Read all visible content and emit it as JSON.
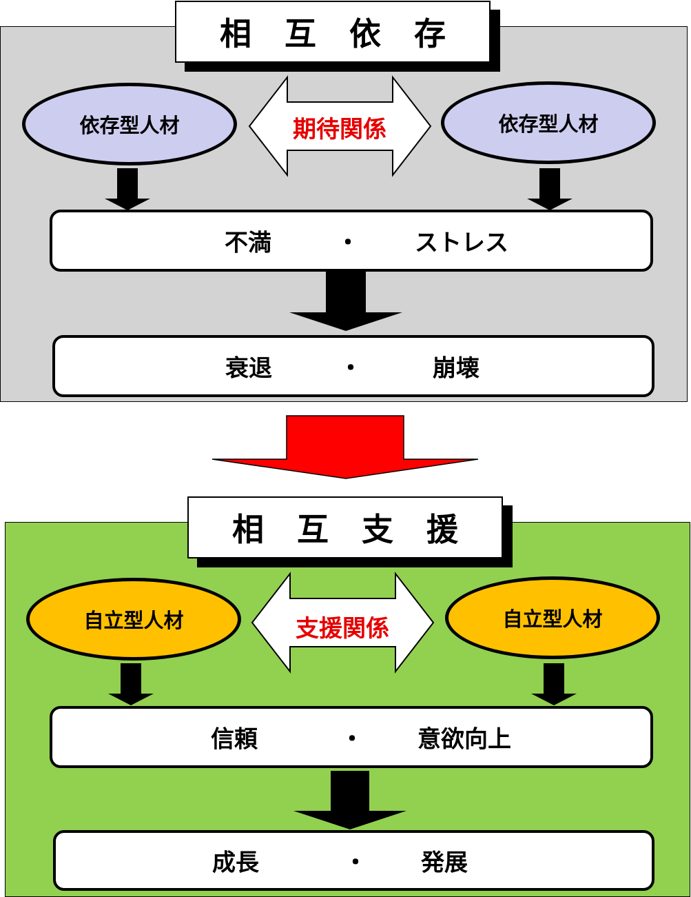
{
  "top": {
    "title": [
      "相",
      "互",
      "依",
      "存"
    ],
    "left_node": "依存型人材",
    "right_node": "依存型人材",
    "relation": "期待関係",
    "box1": {
      "left": "不満",
      "sep": "・",
      "right": "ストレス"
    },
    "box2": {
      "left": "衰退",
      "sep": "・",
      "right": "崩壊"
    }
  },
  "bottom": {
    "title": [
      "相",
      "互",
      "支",
      "援"
    ],
    "left_node": "自立型人材",
    "right_node": "自立型人材",
    "relation": "支援関係",
    "box1": {
      "left": "信頼",
      "sep": "・",
      "right": "意欲向上"
    },
    "box2": {
      "left": "成長",
      "sep": "・",
      "right": "発展"
    }
  },
  "colors": {
    "top_panel": "#d3d3d3",
    "top_node": "#cdcdf0",
    "bottom_panel": "#92d050",
    "bottom_node": "#ffc000",
    "relation_text": "#e60000",
    "transition_arrow": "#ff0000"
  }
}
